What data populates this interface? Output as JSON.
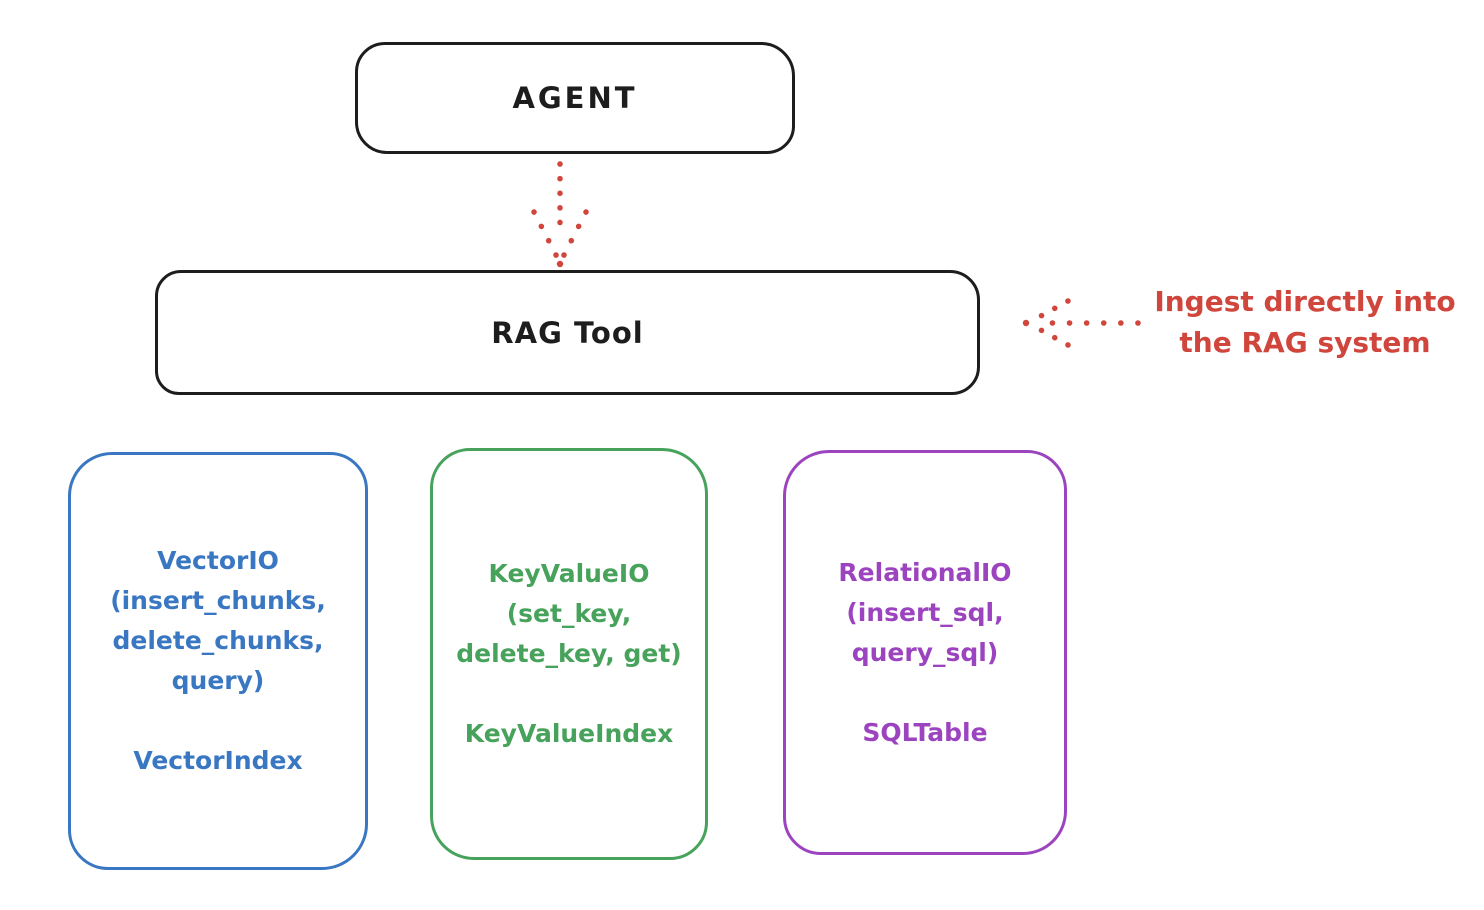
{
  "colors": {
    "background": "#ffffff",
    "ink": "#1d1d1d",
    "red": "#d0453c",
    "blue": "#3a77c2",
    "green": "#47a25b",
    "purple": "#9c44bf"
  },
  "nodes": {
    "agent": {
      "label": "AGENT"
    },
    "rag_tool": {
      "label": "RAG Tool"
    }
  },
  "annotation": {
    "line1": "Ingest directly into",
    "line2": "the RAG system"
  },
  "io_boxes": [
    {
      "name": "VectorIO",
      "color": "#3a77c2",
      "lines": [
        "VectorIO",
        "(insert_chunks,",
        "delete_chunks,",
        "query)"
      ],
      "index_label": "VectorIndex"
    },
    {
      "name": "KeyValueIO",
      "color": "#47a25b",
      "lines": [
        "KeyValueIO",
        "(set_key,",
        "delete_key, get)"
      ],
      "index_label": "KeyValueIndex"
    },
    {
      "name": "RelationalIO",
      "color": "#9c44bf",
      "lines": [
        "RelationalIO",
        "(insert_sql,",
        "query_sql)"
      ],
      "index_label": "SQLTable"
    }
  ],
  "arrows": [
    {
      "name": "agent-to-rag-tool",
      "style": "dotted",
      "color": "#d0453c",
      "direction": "down"
    },
    {
      "name": "annotation-to-rag-tool",
      "style": "dotted",
      "color": "#d0453c",
      "direction": "left"
    }
  ]
}
